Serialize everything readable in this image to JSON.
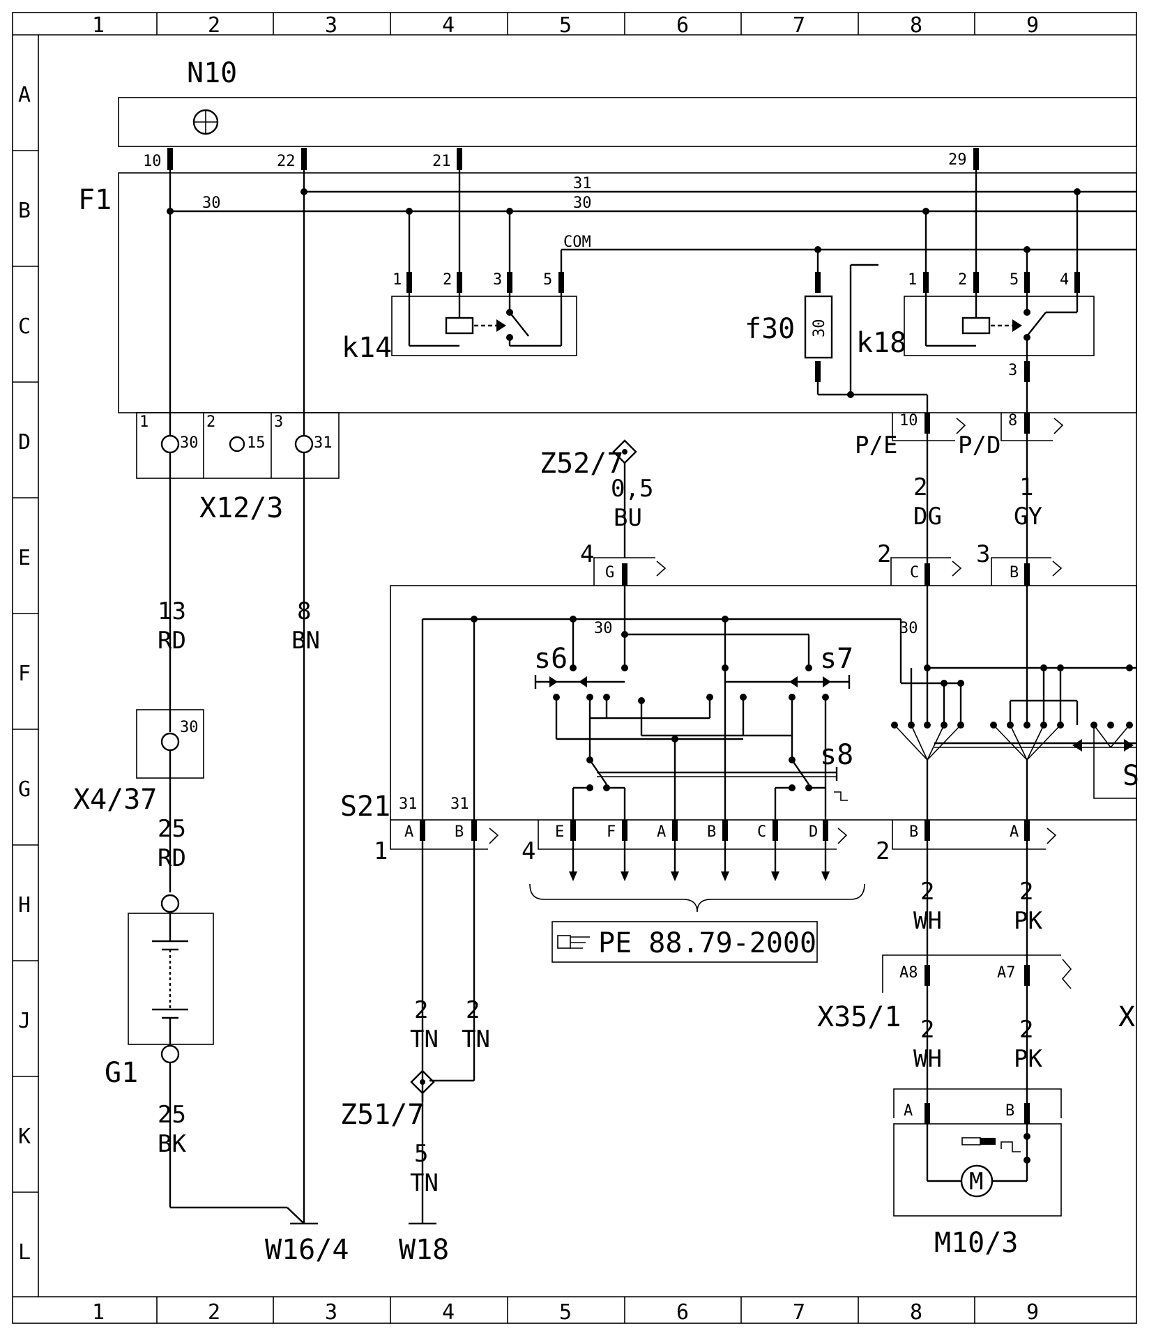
{
  "grid": {
    "columns": [
      "1",
      "2",
      "3",
      "4",
      "5",
      "6",
      "7",
      "8",
      "9"
    ],
    "rows": [
      "A",
      "B",
      "C",
      "D",
      "E",
      "F",
      "G",
      "H",
      "J",
      "K",
      "L"
    ]
  },
  "components": {
    "n10": "N10",
    "f1": "F1",
    "k14": "k14",
    "k18": "k18",
    "f30": "f30",
    "f30_value": "30",
    "x12_3": "X12/3",
    "x4_37": "X4/37",
    "g1": "G1",
    "s21": "S21",
    "s6": "s6",
    "s7": "s7",
    "s8": "s8",
    "z52_7": "Z52/7",
    "z51_7": "Z51/7",
    "x35_1": "X35/1",
    "x_cut": "X",
    "s_cut": "S",
    "m10_3": "M10/3",
    "motor": "M",
    "w16_4": "W16/4",
    "w18": "W18",
    "reference": "PE  88.79-2000"
  },
  "n10_pins": [
    "10",
    "22",
    "21",
    "29"
  ],
  "bus_labels": {
    "b31": "31",
    "b30": "30",
    "com": "COM",
    "lead30": "30"
  },
  "k14_pins": [
    "1",
    "2",
    "3",
    "5"
  ],
  "k18_pins": [
    "1",
    "2",
    "5",
    "4",
    "3"
  ],
  "x12_3_terminals": [
    {
      "slot": "1",
      "name": "30"
    },
    {
      "slot": "2",
      "name": "15"
    },
    {
      "slot": "3",
      "name": "31"
    }
  ],
  "x4_37_terminal": "30",
  "connector_pe": {
    "slot": "10",
    "name": "P/E"
  },
  "connector_pd": {
    "slot": "8",
    "name": "P/D"
  },
  "wires": [
    {
      "id": "w13rd",
      "gauge": "13",
      "color": "RD"
    },
    {
      "id": "w8bn",
      "gauge": "8",
      "color": "BN"
    },
    {
      "id": "w25rd",
      "gauge": "25",
      "color": "RD"
    },
    {
      "id": "w25bk",
      "gauge": "25",
      "color": "BK"
    },
    {
      "id": "wbu",
      "gauge": "0,5",
      "color": "BU"
    },
    {
      "id": "wdg",
      "gauge": "2",
      "color": "DG"
    },
    {
      "id": "wgy",
      "gauge": "1",
      "color": "GY"
    },
    {
      "id": "wtn1",
      "gauge": "2",
      "color": "TN"
    },
    {
      "id": "wtn2",
      "gauge": "2",
      "color": "TN"
    },
    {
      "id": "wtn5",
      "gauge": "5",
      "color": "TN"
    },
    {
      "id": "wwh1",
      "gauge": "2",
      "color": "WH"
    },
    {
      "id": "wpk1",
      "gauge": "2",
      "color": "PK"
    },
    {
      "id": "wwh2",
      "gauge": "2",
      "color": "WH"
    },
    {
      "id": "wpk2",
      "gauge": "2",
      "color": "PK"
    }
  ],
  "s21_connectors": {
    "top_g": {
      "count": "4",
      "pin": "G"
    },
    "top_c": {
      "count": "2",
      "pin": "C"
    },
    "top_b": {
      "count": "3",
      "pin": "B"
    },
    "bottom_left": {
      "count": "1",
      "pins": [
        "A",
        "B"
      ],
      "labels": [
        "31",
        "31"
      ]
    },
    "bottom_mid": {
      "count": "4",
      "pins": [
        "E",
        "F",
        "A",
        "B",
        "C",
        "D"
      ]
    },
    "bottom_right": {
      "count": "2",
      "pins": [
        "B",
        "A"
      ]
    },
    "internal_30_left": "30",
    "internal_30_right": "30"
  },
  "x35_1_pins": [
    "A8",
    "A7"
  ],
  "m10_3_pins": [
    "A",
    "B"
  ]
}
